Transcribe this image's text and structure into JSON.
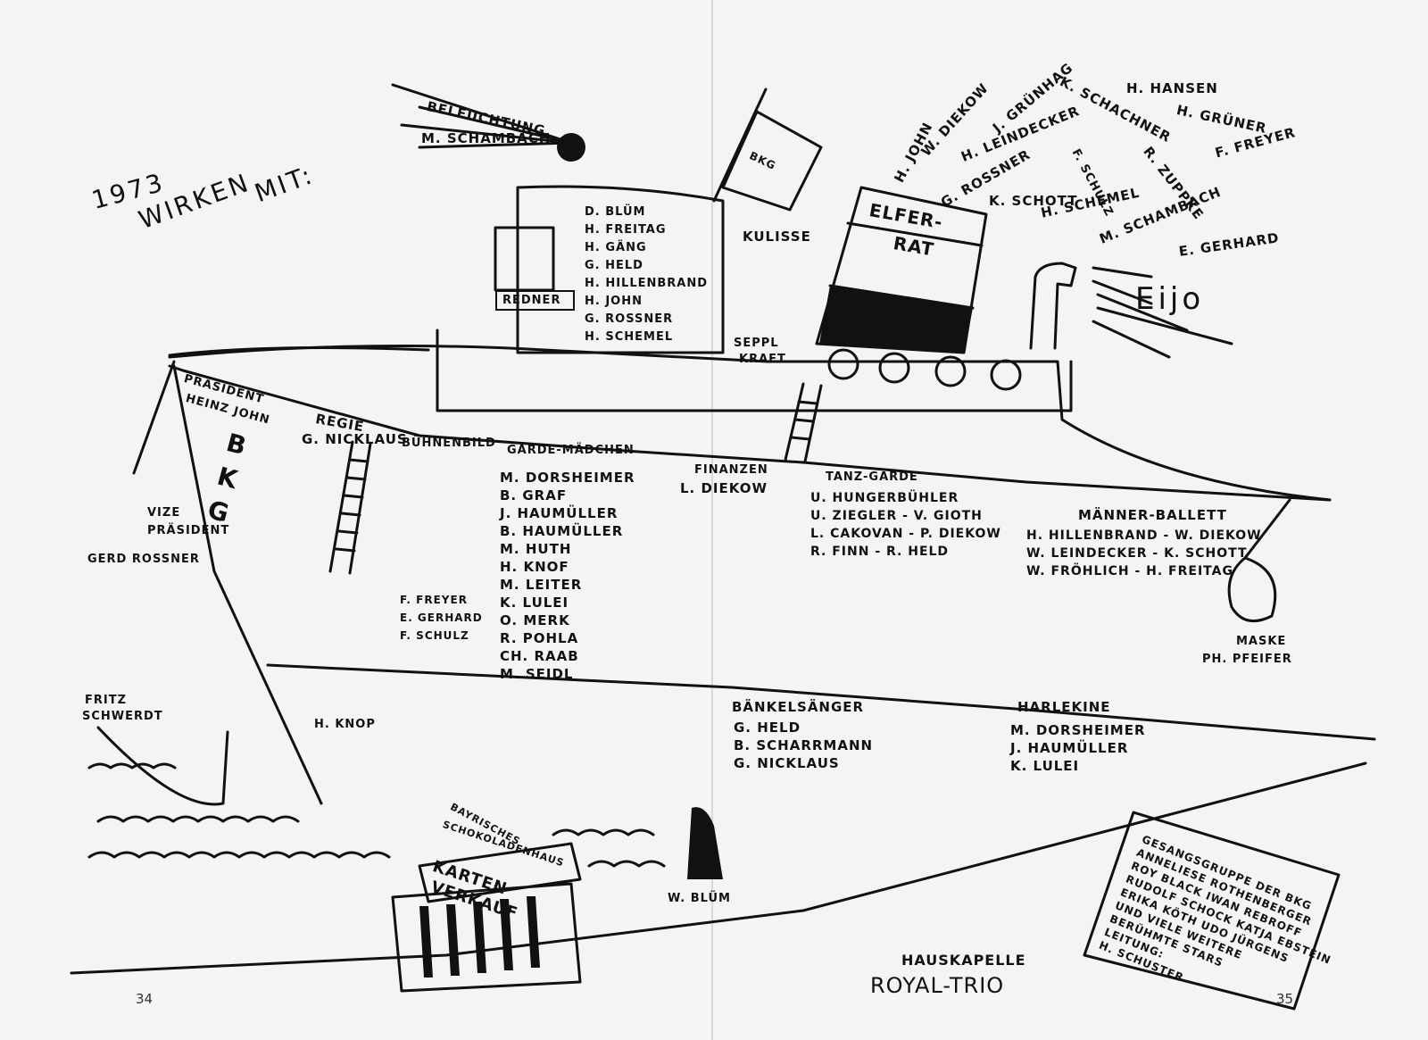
{
  "title": {
    "year": "1973",
    "line1": "WIRKEN",
    "line2": "MIT:"
  },
  "lighting": {
    "label": "BELEUCHTUNG",
    "name": "M. SCHAMBACH"
  },
  "speaker_box": "REDNER",
  "speaker_names": [
    "D. BLÜM",
    "H. FREITAG",
    "H. GÄNG",
    "G. HELD",
    "H. HILLENBRAND",
    "H. JOHN",
    "G. ROSSNER",
    "H. SCHEMEL"
  ],
  "flag_emblem": "BKG",
  "kulisse": {
    "label": "KULISSE",
    "name1": "SEPPL",
    "name2": "KRAFT"
  },
  "funnel": {
    "line1": "ELFER-",
    "line2": "RAT"
  },
  "smoke_names": [
    "H. JOHN",
    "W. DIEKOW",
    "J. GRÜNHAG",
    "K. SCHACHNER",
    "H. HANSEN",
    "H. GRÜNER",
    "F. FREYER",
    "H. LEINDECKER",
    "F. SCHULZ",
    "R. ZUPPKE",
    "G. ROSSNER",
    "K. SCHOTT",
    "H. SCHEMEL",
    "M. SCHAMBACH",
    "E. GERHARD"
  ],
  "steam_word": "Eijo",
  "president": {
    "label": "PRÄSIDENT",
    "name": "HEINZ JOHN"
  },
  "hull_emblem": "BKG",
  "vice": {
    "line1": "VIZE",
    "line2": "PRÄSIDENT",
    "name": "GERD ROSSNER"
  },
  "regie": {
    "label": "REGIE",
    "name": "G. NICKLAUS"
  },
  "buehnenbild": {
    "label": "BÜHNENBILD",
    "names": [
      "F. FREYER",
      "E. GERHARD",
      "F. SCHULZ"
    ]
  },
  "garde": {
    "label": "GARDE-MÄDCHEN",
    "names": [
      "M. DORSHEIMER",
      "B. GRAF",
      "J. HAUMÜLLER",
      "B. HAUMÜLLER",
      "M. HUTH",
      "H. KNOF",
      "M. LEITER",
      "K. LULEI",
      "O. MERK",
      "R. POHLA",
      "CH. RAAB",
      "M. SEIDL"
    ]
  },
  "finanzen": {
    "label": "FINANZEN",
    "name": "L. DIEKOW"
  },
  "tanzgarde": {
    "label": "TANZ-GARDE",
    "names": [
      "U. HUNGERBÜHLER",
      "U. ZIEGLER - V. GIOTH",
      "L. CAKOVAN - P. DIEKOW",
      "R. FINN - R. HELD"
    ]
  },
  "maennerballett": {
    "label": "MÄNNER-BALLETT",
    "names": [
      "H. HILLENBRAND - W. DIEKOW",
      "W. LEINDECKER - K. SCHOTT",
      "W. FRÖHLICH - H. FREITAG"
    ]
  },
  "maske": {
    "label": "MASKE",
    "name": "PH. PFEIFER"
  },
  "baenkelsaenger": {
    "label": "BÄNKELSÄNGER",
    "names": [
      "G. HELD",
      "B. SCHARRMANN",
      "G. NICKLAUS"
    ]
  },
  "harlekine": {
    "label": "HARLEKINE",
    "names": [
      "M. DORSHEIMER",
      "J. HAUMÜLLER",
      "K. LULEI"
    ]
  },
  "fritz": {
    "line1": "FRITZ",
    "line2": "SCHWERDT"
  },
  "knop": "H. KNOP",
  "kiosk": {
    "sign1": "BAYRISCHES",
    "sign2": "SCHOKOLADENHAUS",
    "line1": "KARTEN",
    "line2": "VERKAUF"
  },
  "w_bluem": "W. BLÜM",
  "band": {
    "line1": "HAUSKAPELLE",
    "line2": "ROYAL-TRIO"
  },
  "choir_sign": [
    "GESANGSGRUPPE DER BKG",
    "ANNELIESE ROTHENBERGER",
    "ROY BLACK   IWAN REBROFF",
    "RUDOLF SCHOCK  KATJA EBSTEIN",
    "ERIKA KÖTH  UDO JÜRGENS",
    "UND VIELE WEITERE",
    "BERÜHMTE STARS",
    "LEITUNG:",
    "H. SCHUSTER"
  ],
  "pages": {
    "left": "34",
    "right": "35"
  }
}
